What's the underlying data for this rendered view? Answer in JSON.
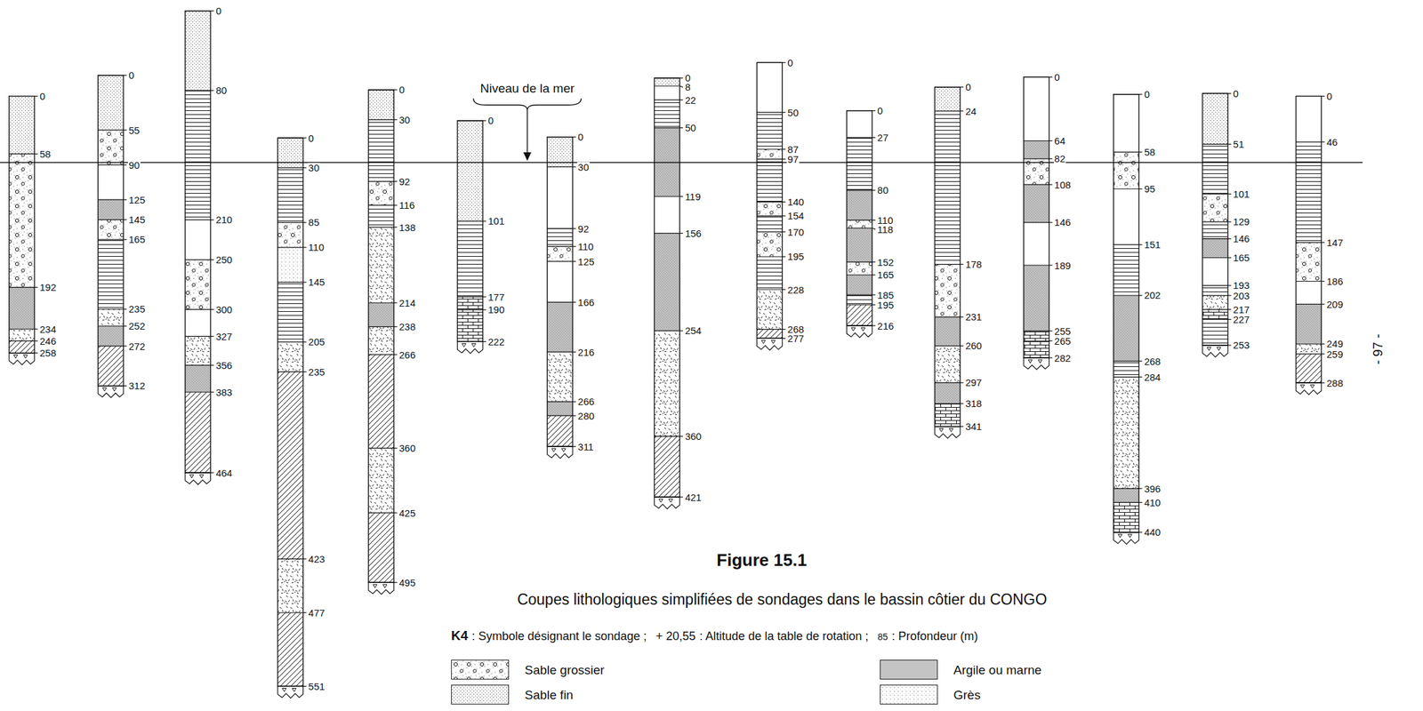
{
  "diagram": {
    "title": "Figure 15.1",
    "caption": "Coupes lithologiques simplifiées de sondages dans le bassin côtier du CONGO",
    "labels": [
      "0",
      "58",
      "192",
      "234",
      "246",
      "258",
      "0",
      "55",
      "90",
      "125",
      "145",
      "165",
      "235",
      "252",
      "272",
      "312",
      "0",
      "80",
      "210",
      "250",
      "300",
      "327",
      "356",
      "383",
      "464",
      "0",
      "30",
      "85",
      "110",
      "145",
      "205",
      "235",
      "423",
      "477",
      "551",
      "0",
      "30",
      "92",
      "116",
      "138",
      "214",
      "238",
      "266",
      "360",
      "425",
      "495",
      "0",
      "101",
      "177",
      "190",
      "222",
      "0",
      "30",
      "92",
      "110",
      "125",
      "166",
      "216",
      "266",
      "280",
      "311",
      "0",
      "8",
      "22",
      "50",
      "119",
      "156",
      "254",
      "360",
      "421",
      "0",
      "50",
      "87",
      "97",
      "140",
      "154",
      "170",
      "195",
      "228",
      "268",
      "277",
      "0",
      "27",
      "80",
      "110",
      "118",
      "152",
      "165",
      "185",
      "195",
      "216",
      "0",
      "24",
      "178",
      "231",
      "260",
      "297",
      "318",
      "341",
      "0",
      "64",
      "82",
      "108",
      "146",
      "189",
      "255",
      "265",
      "282",
      "0",
      "58",
      "95",
      "151",
      "202",
      "268",
      "284",
      "396",
      "410",
      "440",
      "0",
      "51",
      "101",
      "129",
      "146",
      "165",
      "193",
      "203",
      "217",
      "227",
      "253",
      "0",
      "46",
      "147",
      "186",
      "209",
      "249",
      "259",
      "288",
      "Niveau de la mer",
      "K4",
      ": Symbole désignant le sondage ;",
      "+ 20,55",
      ": Altitude de la table de rotation ;",
      "85",
      ": Profondeur (m)",
      "- 97 -"
    ],
    "legend": [
      {
        "text": "Sable grossier"
      },
      {
        "text": "Argile ou marne",
        "color": "#c4c4c4"
      },
      {
        "text": "Sable fin"
      },
      {
        "text": "Grès"
      }
    ]
  }
}
